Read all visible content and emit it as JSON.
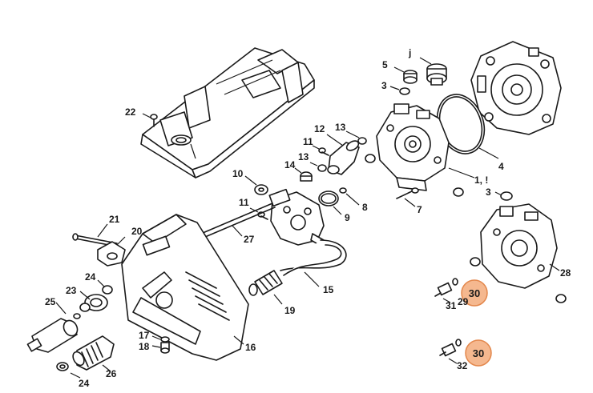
{
  "labels": {
    "p1": "1, !",
    "p3a": "3",
    "p3b": "3",
    "p4": "4",
    "p5": "5",
    "p7": "7",
    "p8": "8",
    "p9": "9",
    "p10": "10",
    "p11a": "11",
    "p11b": "11",
    "p12": "12",
    "p13a": "13",
    "p13b": "13",
    "p14": "14",
    "p15": "15",
    "p16": "16",
    "p17": "17",
    "p18": "18",
    "p19": "19",
    "p20": "20",
    "p21": "21",
    "p22": "22",
    "p23": "23",
    "p24a": "24",
    "p24b": "24",
    "p25": "25",
    "p26": "26",
    "p27": "27",
    "p28": "28",
    "p29": "29",
    "p31": "31",
    "p32": "32",
    "pj": "j"
  },
  "highlights": {
    "h30a": "30",
    "h30b": "30"
  },
  "colors": {
    "highlight_fill": "#f4b183",
    "highlight_stroke": "#e07b39",
    "line": "#1a1a1a"
  }
}
